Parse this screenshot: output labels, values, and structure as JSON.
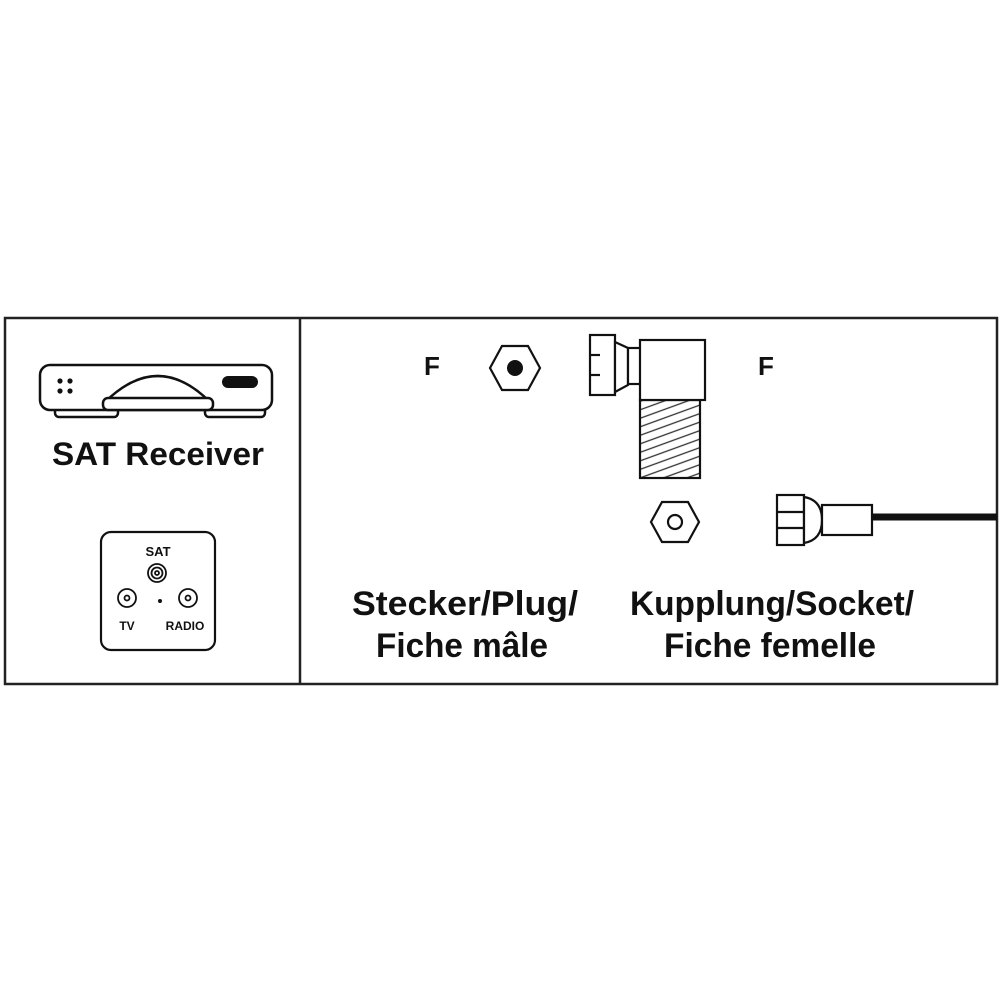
{
  "left_panel": {
    "device_label": "SAT Receiver",
    "wall_plate": {
      "sat_label": "SAT",
      "tv_label": "TV",
      "radio_label": "RADIO"
    }
  },
  "right_panel": {
    "plug_type": "F",
    "socket_type": "F",
    "plug_caption_line1": "Stecker/Plug/",
    "plug_caption_line2": "Fiche mâle",
    "socket_caption_line1": "Kupplung/Socket/",
    "socket_caption_line2": "Fiche femelle"
  }
}
